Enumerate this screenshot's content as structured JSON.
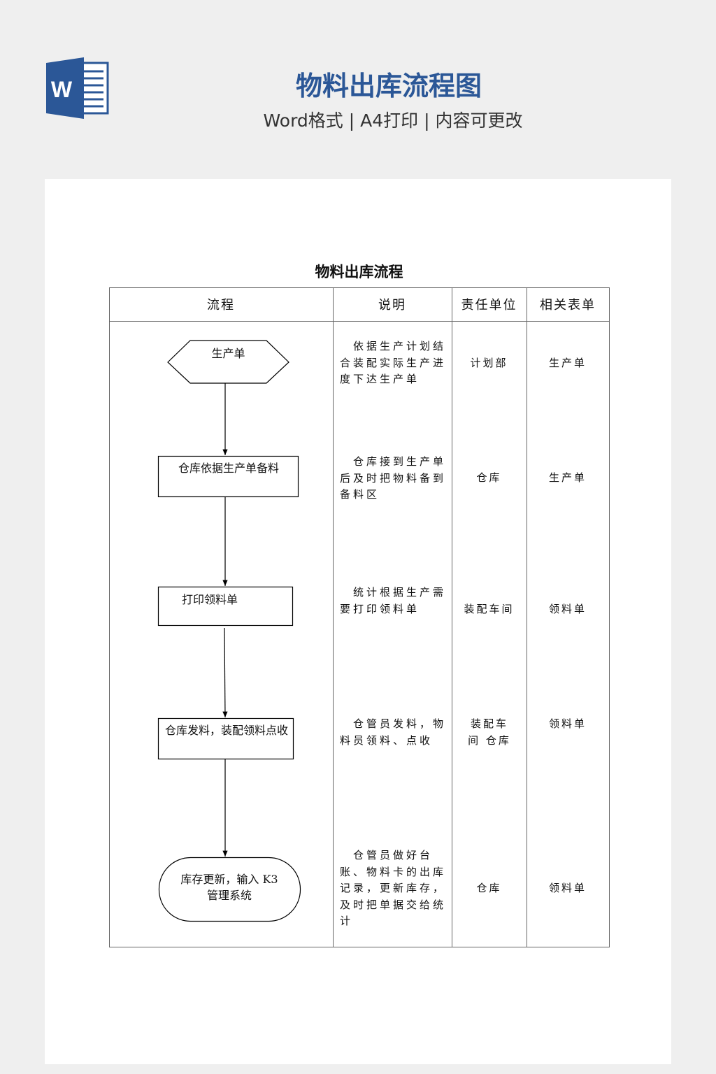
{
  "banner": {
    "title": "物料出库流程图",
    "subtitle": "Word格式 | A4打印 | 内容可更改",
    "logo_letter": "W"
  },
  "document": {
    "title": "物料出库流程",
    "headers": [
      "流程",
      "说明",
      "责任单位",
      "相关表单"
    ],
    "rows": [
      {
        "node": "生产单",
        "description": "依据生产计划结合装配实际生产进度下达生产单",
        "unit": "计划部",
        "form": "生产单"
      },
      {
        "node": "仓库依据生产单备料",
        "description": "仓库接到生产单后及时把物料备到备料区",
        "unit": "仓库",
        "form": "生产单"
      },
      {
        "node": "打印领料单",
        "description": "统计根据生产需要打印领料单",
        "unit": "装配车间",
        "form": "领料单"
      },
      {
        "node": "仓库发料，装配领料点收",
        "description": "仓管员发料，物料员领料、点收",
        "unit": "装配车间 仓库",
        "form": "领料单"
      },
      {
        "node": "库存更新，输入 K3 管理系统",
        "description": "仓管员做好台账、物料卡的出库记录，更新库存，及时把单据交给统计",
        "unit": "仓库",
        "form": "领料单"
      }
    ]
  },
  "colors": {
    "brand": "#2b5797",
    "background": "#efefef"
  }
}
